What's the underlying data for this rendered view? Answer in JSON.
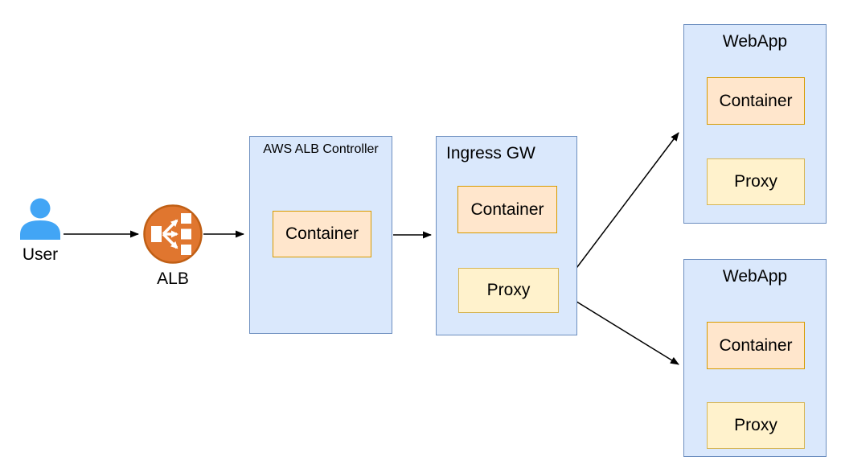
{
  "diagram": {
    "user": {
      "label": "User"
    },
    "alb": {
      "label": "ALB"
    },
    "controller": {
      "title": "AWS ALB Controller",
      "container": "Container"
    },
    "ingress": {
      "title": "Ingress GW",
      "container": "Container",
      "proxy": "Proxy"
    },
    "webapp_top": {
      "title": "WebApp",
      "container": "Container",
      "proxy": "Proxy"
    },
    "webapp_bottom": {
      "title": "WebApp",
      "container": "Container",
      "proxy": "Proxy"
    },
    "colors": {
      "group_fill": "#dae8fc",
      "group_border": "#6c8ebf",
      "container_fill": "#ffe6cc",
      "container_border": "#d79b00",
      "proxy_fill": "#fff2cc",
      "proxy_border": "#d6b656",
      "user_icon": "#42a5f5",
      "alb_fill": "#e0762f",
      "alb_border": "#c05f15",
      "arrow": "#000000"
    }
  }
}
